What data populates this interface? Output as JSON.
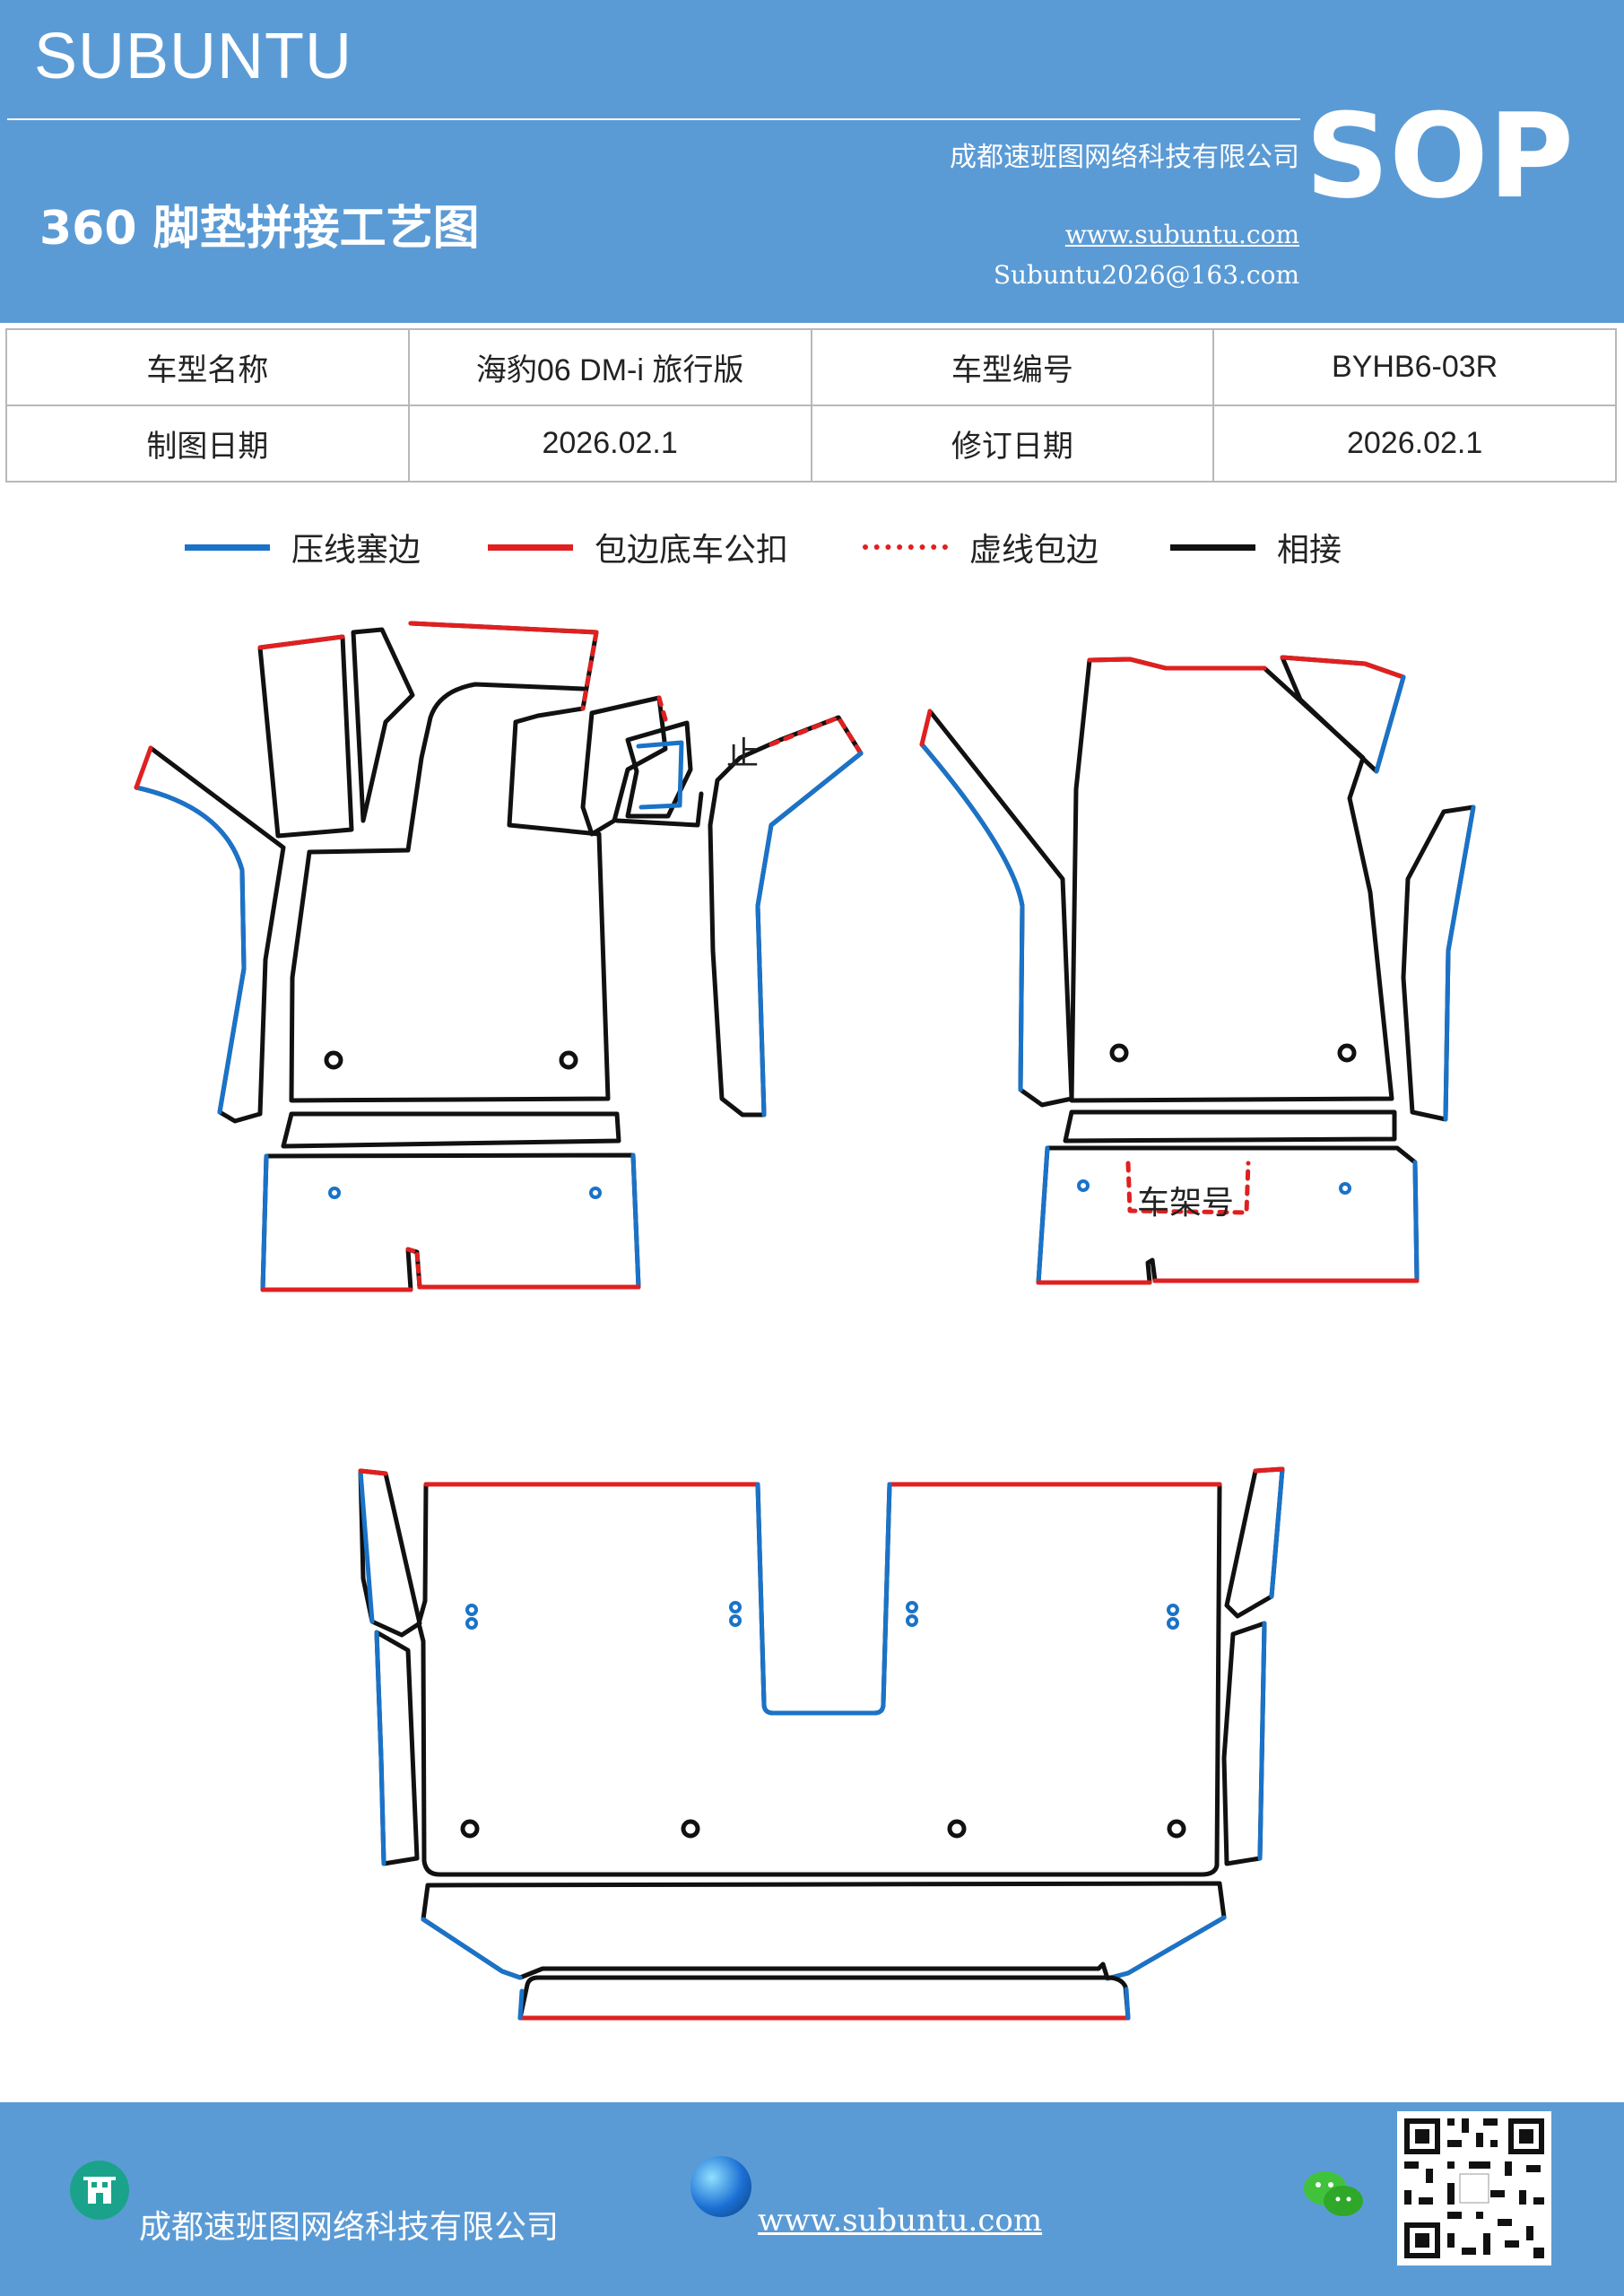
{
  "header": {
    "brand": "SUBUNTU",
    "company": "成都速班图网络科技有限公司",
    "title": "360 脚垫拼接工艺图",
    "website": "www.subuntu.com",
    "email": "Subuntu2026@163.com",
    "badge": "SOP"
  },
  "info_table": {
    "model_name_label": "车型名称",
    "model_name_value": "海豹06  DM-i 旅行版",
    "model_code_label": "车型编号",
    "model_code_value": "BYHB6-03R",
    "draw_date_label": "制图日期",
    "draw_date_value": "2026.02.1",
    "revise_date_label": "修订日期",
    "revise_date_value": "2026.02.1"
  },
  "legend": [
    {
      "label": "压线塞边",
      "color": "#1a73c8",
      "style": "solid"
    },
    {
      "label": "包边底车公扣",
      "color": "#e02020",
      "style": "solid"
    },
    {
      "label": "虚线包边",
      "color": "#e02020",
      "style": "dashed"
    },
    {
      "label": "相接",
      "color": "#111111",
      "style": "solid"
    }
  ],
  "drawing": {
    "mark_stop": "止",
    "vin_label": "车架号"
  },
  "footer": {
    "company": "成都速班图网络科技有限公司",
    "website": "www.subuntu.com",
    "icons": [
      "building-icon",
      "globe-icon",
      "wechat-icon",
      "qr-code"
    ]
  }
}
